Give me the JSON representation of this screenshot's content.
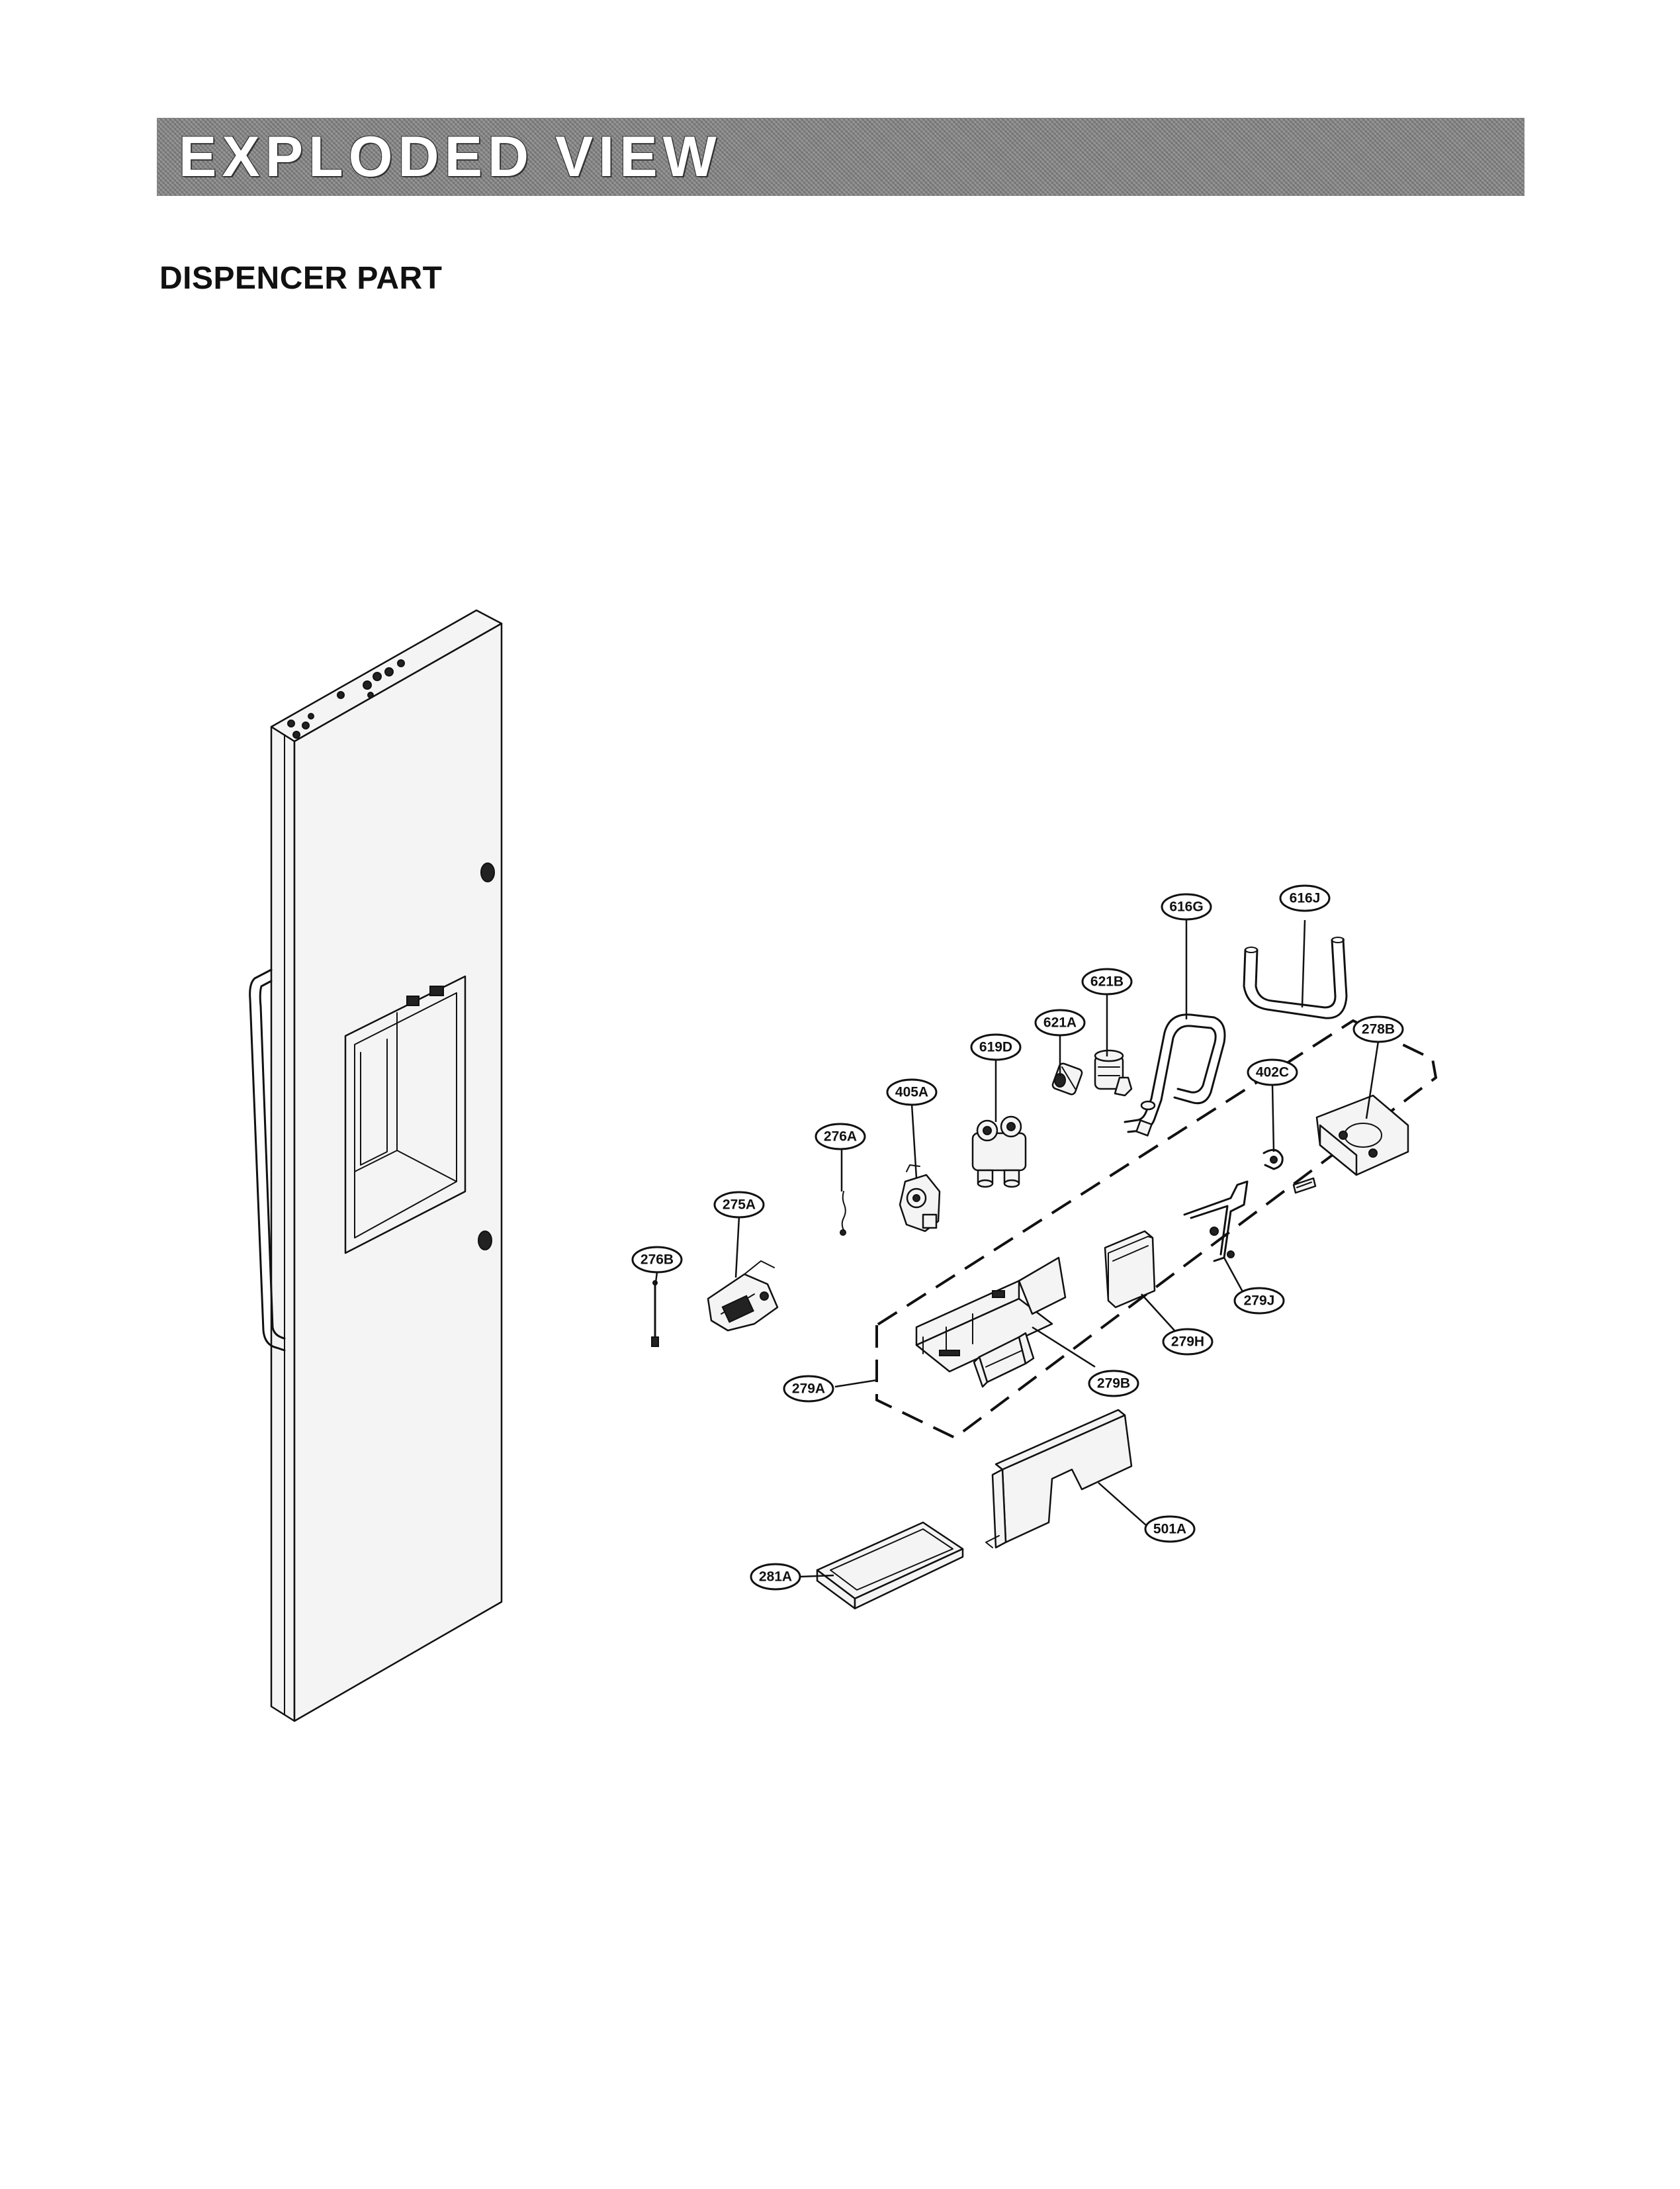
{
  "header": {
    "title": "EXPLODED VIEW"
  },
  "section": {
    "title": "DISPENCER PART"
  },
  "callouts": [
    "616G",
    "616J",
    "621B",
    "621A",
    "619D",
    "405A",
    "276A",
    "275A",
    "276B",
    "278B",
    "402C",
    "279J",
    "279H",
    "279B",
    "279A",
    "501A",
    "281A"
  ]
}
